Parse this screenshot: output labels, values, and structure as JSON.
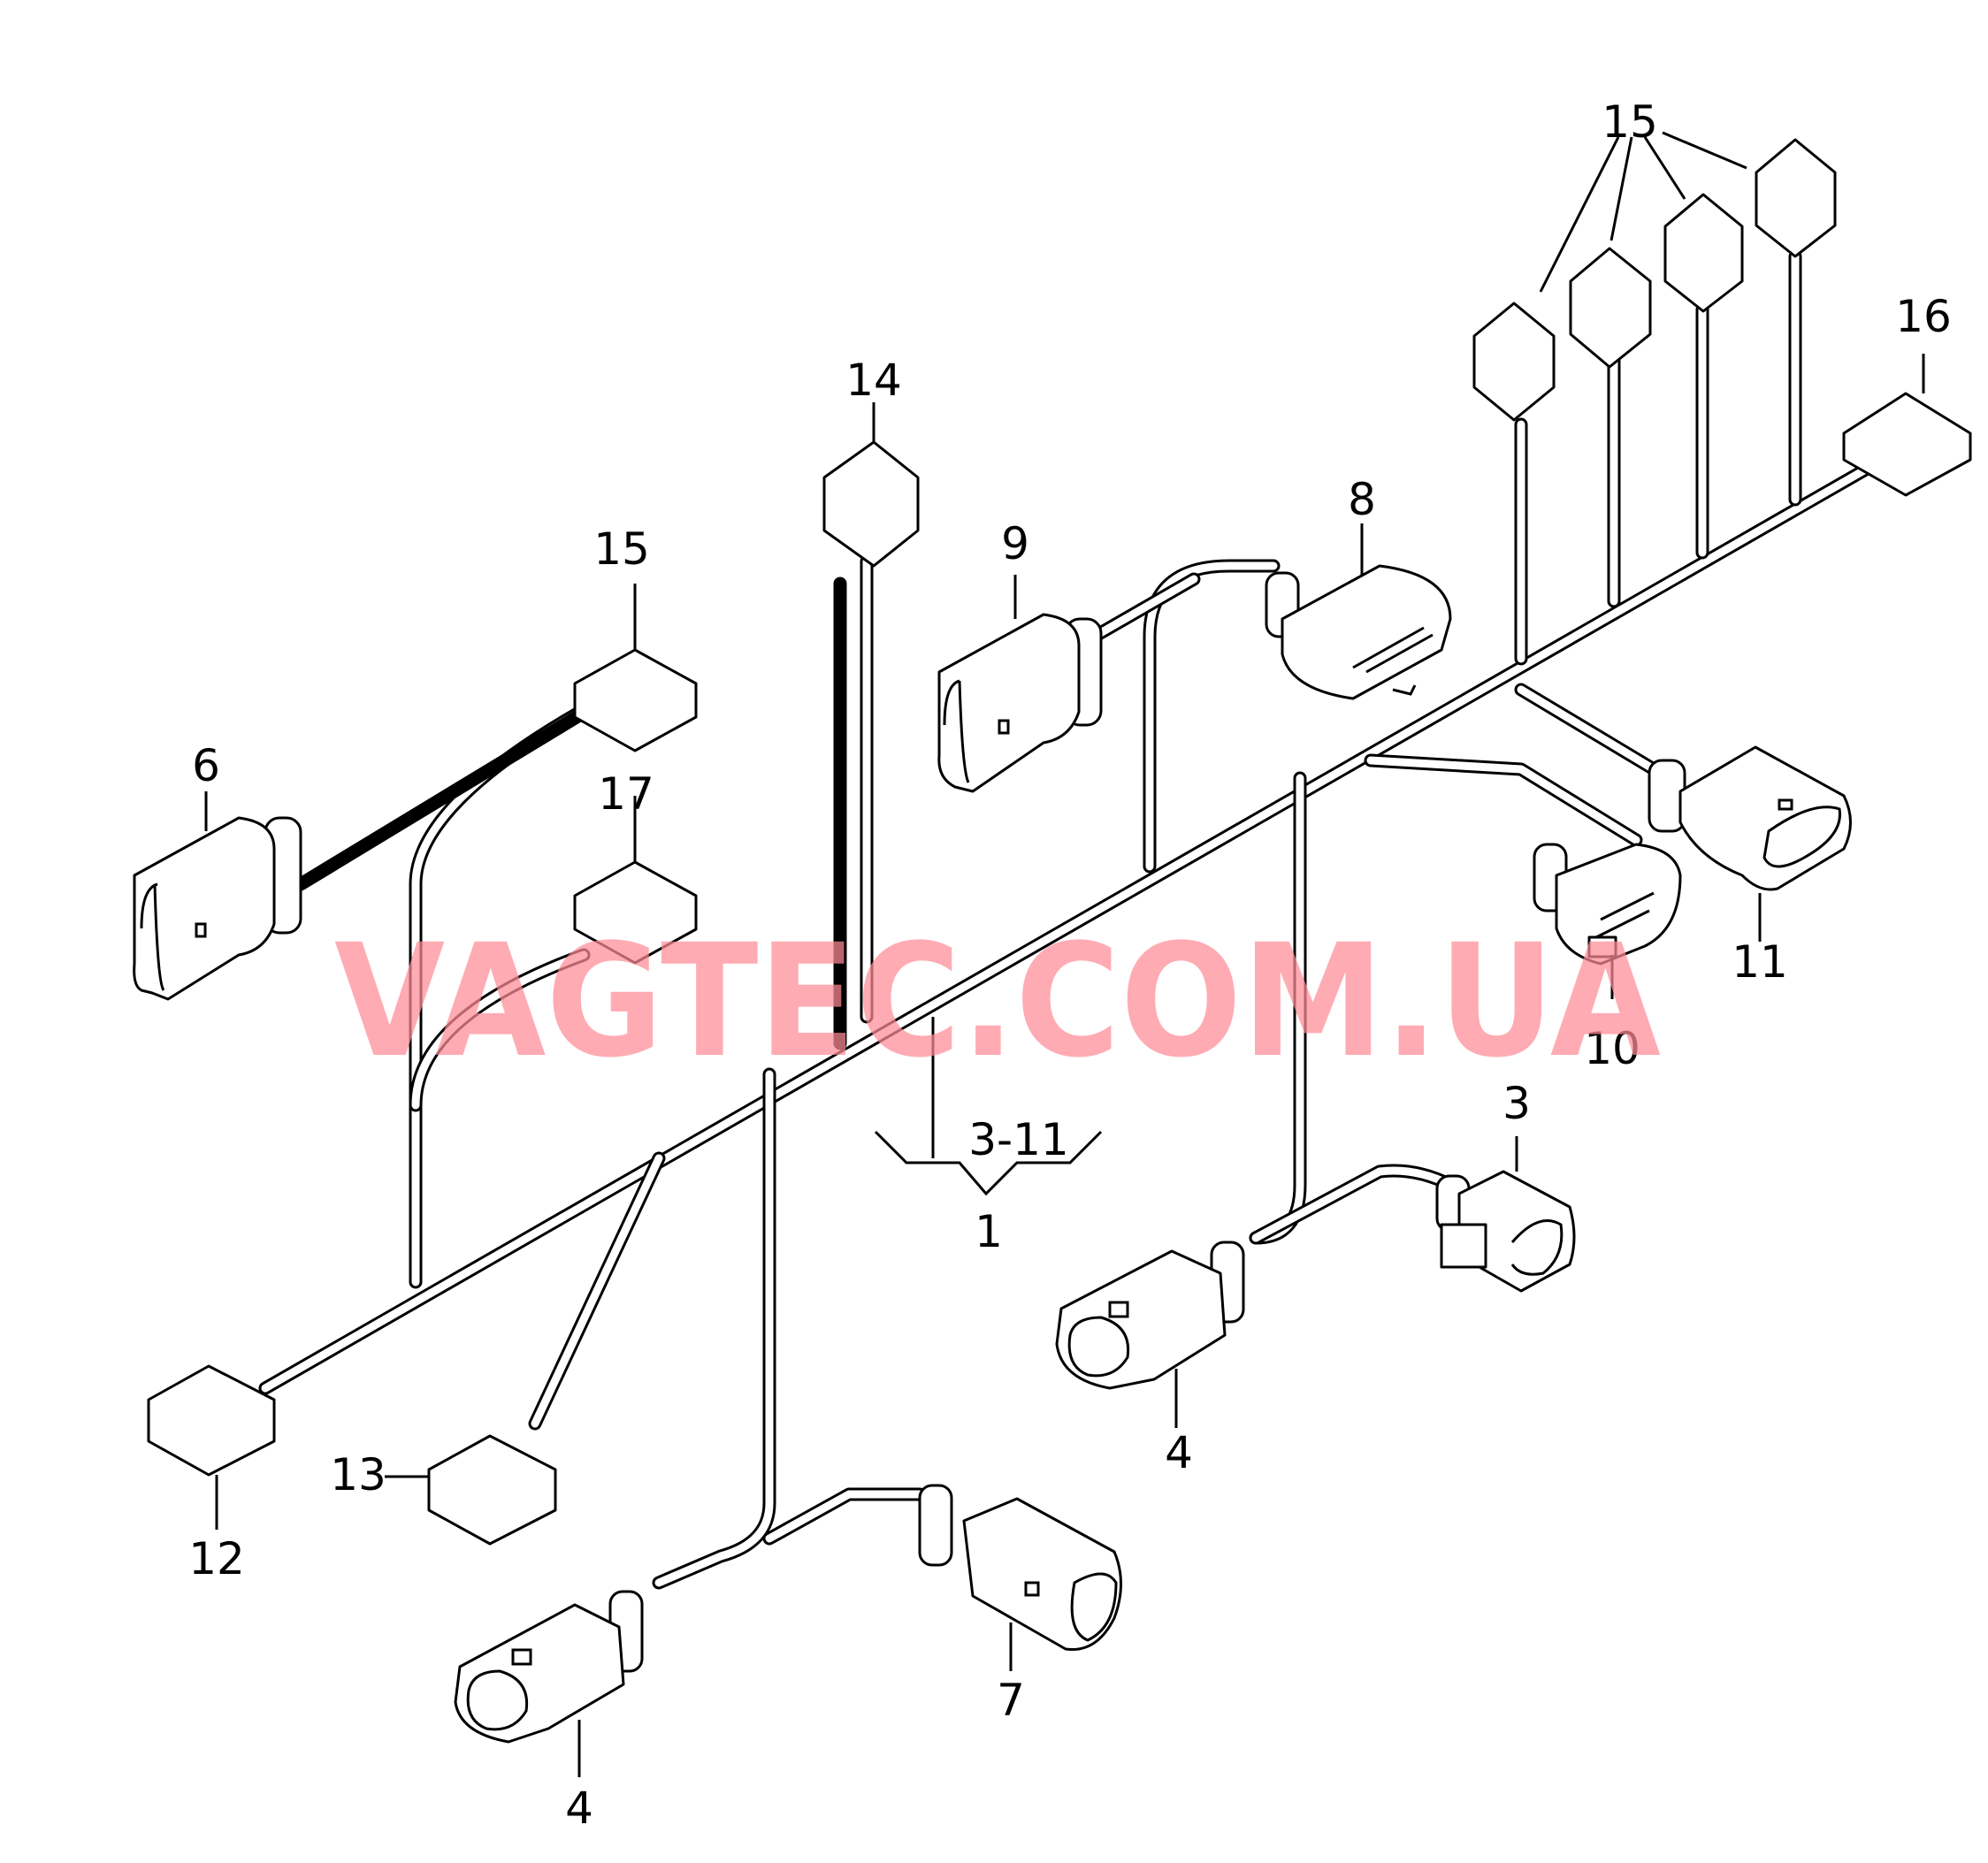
{
  "watermark": "VAGTEC.COM.UA",
  "callouts": {
    "c1": "1",
    "c3_11": "3-11",
    "c3": "3",
    "c4a": "4",
    "c4b": "4",
    "c6": "6",
    "c7": "7",
    "c8": "8",
    "c9": "9",
    "c10": "10",
    "c11": "11",
    "c12": "12",
    "c13": "13",
    "c14": "14",
    "c15a": "15",
    "c15b": "15",
    "c16": "16",
    "c17": "17"
  },
  "colors": {
    "line": "#000000",
    "background": "#ffffff",
    "watermark": "#ff8a95"
  }
}
